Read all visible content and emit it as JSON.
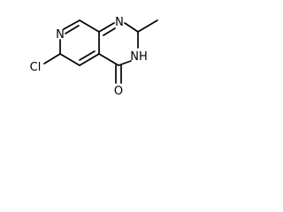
{
  "molecule": {
    "atoms": {
      "n_ring_pyridine": "N",
      "n_ring_top": "N",
      "nh_group": "NH",
      "chlorine": "Cl",
      "carbonyl_oxygen": "O"
    }
  },
  "colors": {
    "bond": "#000000",
    "label": "#000000",
    "background": "#ffffff"
  }
}
